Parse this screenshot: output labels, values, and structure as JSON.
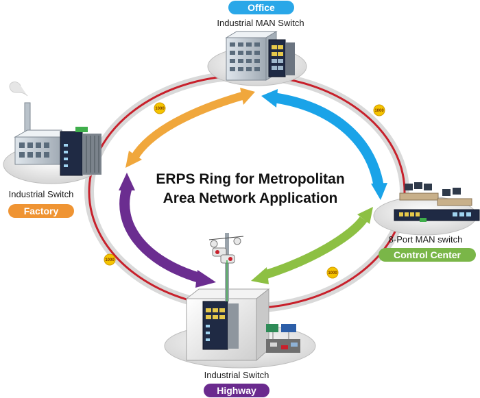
{
  "title": {
    "line1": "ERPS Ring for Metropolitan",
    "line2": "Area Network Application"
  },
  "nodes": {
    "office": {
      "pill": "Office",
      "caption": "Industrial MAN Switch"
    },
    "factory": {
      "pill": "Factory",
      "caption": "Industrial Switch"
    },
    "control_center": {
      "pill": "Control Center",
      "caption": "8-Port MAN switch"
    },
    "highway": {
      "pill": "Highway",
      "caption": "Industrial Switch"
    }
  },
  "link_speed_label": "1000",
  "colors": {
    "ring": "#c8202b",
    "office_pill": "#2aa7e8",
    "factory_pill": "#ef9433",
    "control_center_pill": "#7ab648",
    "highway_pill": "#6a2a8e",
    "arrow_office_factory": "#f0a73c",
    "arrow_office_control": "#1aa3e8",
    "arrow_factory_highway": "#6b2d90",
    "arrow_highway_control": "#8dc043",
    "badge": "#f5c400"
  }
}
